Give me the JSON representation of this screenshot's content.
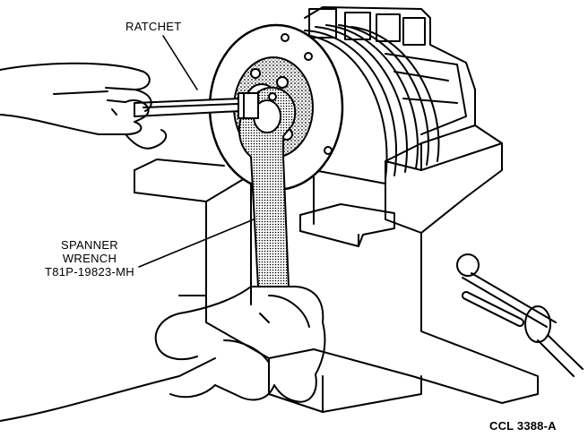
{
  "labels": {
    "ratchet": "RATCHET",
    "spanner_line1": "SPANNER",
    "spanner_line2": "WRENCH",
    "spanner_line3": "T81P-19823-MH",
    "figure_code": "CCL 3388-A"
  },
  "colors": {
    "ink": "#000000",
    "paper": "#ffffff",
    "shade": "#6a6a6a"
  }
}
